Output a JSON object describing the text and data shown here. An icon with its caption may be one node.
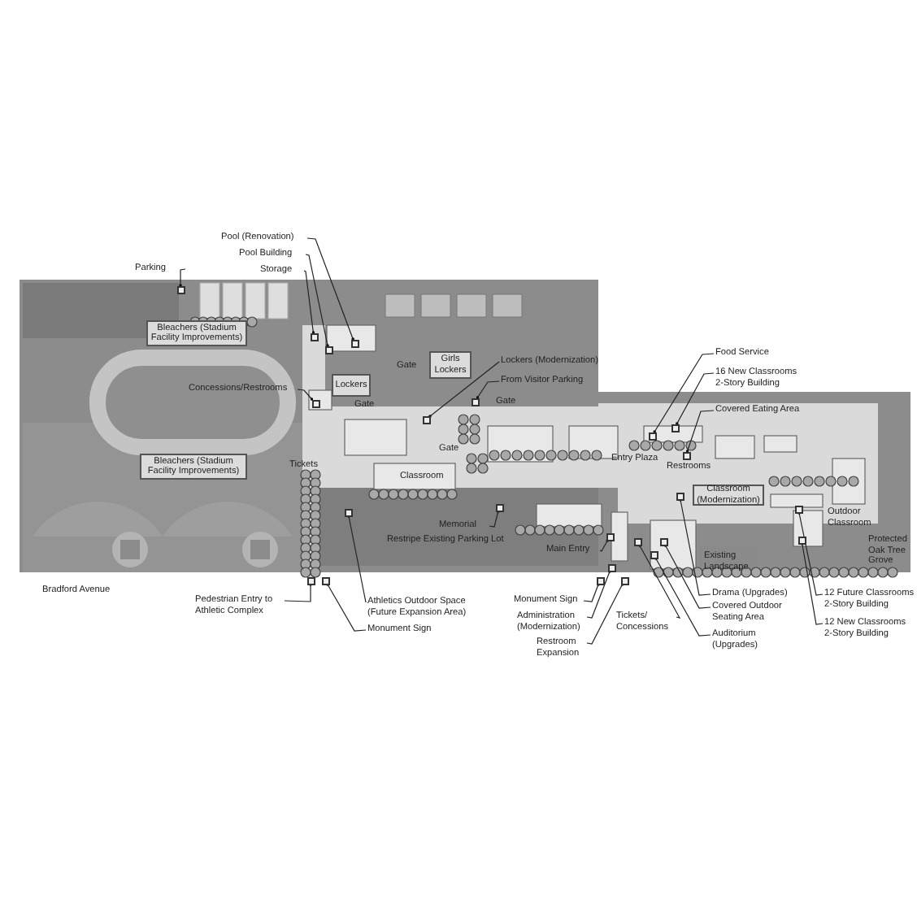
{
  "diagram": {
    "nodes": [
      {
        "text": [
          "Parking"
        ]
      },
      {
        "text": [
          "Pool (Renovation)"
        ]
      },
      {
        "text": [
          "Pool Building"
        ]
      },
      {
        "text": [
          "Storage"
        ]
      },
      {
        "text": [
          "Concessions/Restrooms"
        ]
      },
      {
        "text": [
          "Lockers (Modernization)"
        ]
      },
      {
        "text": [
          "From Visitor Parking"
        ]
      },
      {
        "text": [
          "Food Service"
        ]
      },
      {
        "text": [
          "16 New Classrooms 2-Story Building"
        ]
      },
      {
        "text": [
          "Covered Eating Area"
        ]
      },
      {
        "text": [
          "Memorial"
        ]
      },
      {
        "text": [
          "Main Entry"
        ]
      },
      {
        "text": [
          "Pedestrian Entry to Athletic Complex"
        ]
      },
      {
        "text": [
          "Athletics Outdoor Space (Future Expansion Area)"
        ]
      },
      {
        "text": [
          "Monument Sign"
        ]
      },
      {
        "text": [
          "Monument Sign"
        ]
      },
      {
        "text": [
          "Administration (Modernization)"
        ]
      },
      {
        "text": [
          "Restroom Expansion"
        ]
      },
      {
        "text": [
          "Tickets/ Concessions"
        ]
      },
      {
        "text": [
          "Drama (Upgrades)"
        ]
      },
      {
        "text": [
          "Covered Outdoor Seating Area"
        ]
      },
      {
        "text": [
          "Auditorium (Upgrades)"
        ]
      },
      {
        "text": [
          "12 Future Classrooms 2-Story Building"
        ]
      },
      {
        "text": [
          "12 New Classrooms 2-Story Building"
        ]
      },
      {
        "text": [
          "Bleachers (Stadium Facility Improvements)"
        ]
      },
      {
        "text": [
          "Bleachers (Stadium Facility Improvements)"
        ]
      },
      {
        "text": [
          "Lockers"
        ]
      },
      {
        "text": [
          "Girls Lockers"
        ]
      },
      {
        "text": [
          "Classroom (Modernization)"
        ]
      },
      {
        "text": [],
        "shape": "box"
      },
      {
        "text": [],
        "shape": "box"
      },
      {
        "text": [],
        "shape": "box"
      },
      {
        "text": [],
        "shape": "box"
      },
      {
        "text": [],
        "shape": "box"
      },
      {
        "text": [],
        "shape": "box"
      },
      {
        "text": [],
        "shape": "box"
      },
      {
        "text": [],
        "shape": "box"
      },
      {
        "text": [],
        "shape": "box"
      },
      {
        "text": [],
        "shape": "box"
      },
      {
        "text": [],
        "shape": "box"
      },
      {
        "text": [],
        "shape": "box"
      },
      {
        "text": [],
        "shape": "box"
      },
      {
        "text": [],
        "shape": "box"
      },
      {
        "text": [],
        "shape": "box"
      },
      {
        "text": [],
        "shape": "box"
      },
      {
        "text": [],
        "shape": "box"
      },
      {
        "text": [],
        "shape": "box"
      },
      {
        "text": [],
        "shape": "box"
      },
      {
        "text": [],
        "shape": "box"
      },
      {
        "text": [],
        "shape": "box"
      },
      {
        "text": [],
        "shape": "box"
      },
      {
        "text": [],
        "shape": "box"
      },
      {
        "text": [],
        "shape": "box"
      }
    ],
    "edges": [
      {
        "from": 0,
        "to": 29,
        "arrow": "other"
      },
      {
        "from": 1,
        "to": 30,
        "arrow": "other"
      },
      {
        "from": 2,
        "to": 31,
        "arrow": "other"
      },
      {
        "from": 3,
        "to": 32,
        "arrow": "other"
      },
      {
        "from": 4,
        "to": 33,
        "arrow": "other"
      },
      {
        "from": 5,
        "to": 34,
        "arrow": "other"
      },
      {
        "from": 6,
        "to": 35,
        "arrow": "other"
      },
      {
        "from": 7,
        "to": 36,
        "arrow": "other"
      },
      {
        "from": 8,
        "to": 37,
        "arrow": "other"
      },
      {
        "from": 9,
        "to": 38,
        "arrow": "other"
      },
      {
        "from": 10,
        "to": 39,
        "arrow": "other"
      },
      {
        "from": 11,
        "to": 40,
        "arrow": "other"
      },
      {
        "from": 12,
        "to": 41,
        "arrow": "other"
      },
      {
        "from": 13,
        "to": 42,
        "arrow": "other"
      },
      {
        "from": 14,
        "to": 43,
        "arrow": "other"
      },
      {
        "from": 15,
        "to": 44,
        "arrow": "other"
      },
      {
        "from": 16,
        "to": 45,
        "arrow": "other"
      },
      {
        "from": 17,
        "to": 46,
        "arrow": "other"
      },
      {
        "from": 18,
        "to": 47,
        "arrow": "other"
      },
      {
        "from": 19,
        "to": 48,
        "arrow": "other"
      },
      {
        "from": 20,
        "to": 49,
        "arrow": "other"
      },
      {
        "from": 21,
        "to": 50,
        "arrow": "other"
      },
      {
        "from": 22,
        "to": 51,
        "arrow": "other"
      },
      {
        "from": 23,
        "to": 52,
        "arrow": "other"
      }
    ],
    "labels": [
      "Tickets",
      "Gate",
      "Gate",
      "Gate",
      "Gate",
      "Classroom",
      "Entry Plaza",
      "Restrooms",
      "Outdoor Classroom",
      "Protected Oak Tree Grove",
      "Existing Landscape",
      "Restripe Existing Parking Lot",
      "Bradford Avenue"
    ]
  }
}
